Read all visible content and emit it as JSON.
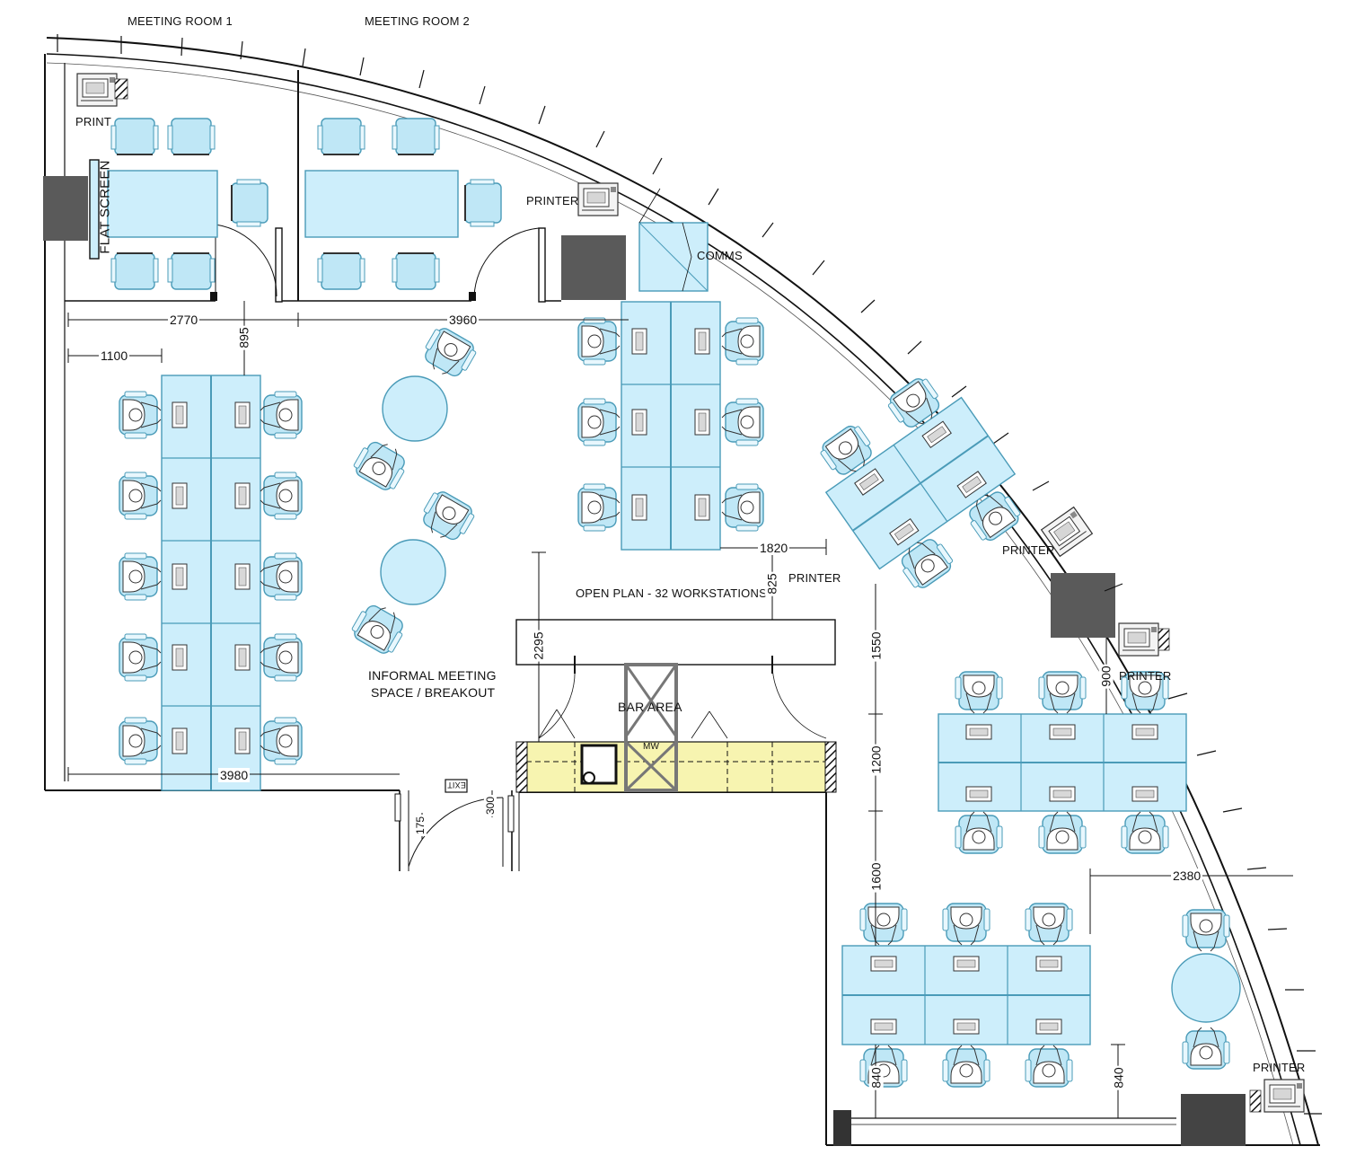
{
  "rooms": {
    "meeting_room_1": "MEETING ROOM 1",
    "meeting_room_2": "MEETING ROOM 2",
    "comms": "COMMS",
    "open_plan": "OPEN PLAN - 32 WORKSTATIONS",
    "informal_meeting_line1": "INFORMAL MEETING",
    "informal_meeting_line2": "SPACE / BREAKOUT",
    "bar_area": "BAR AREA",
    "flat_screen": "FLAT SCREEN",
    "mw": "MW",
    "exit": "EXIT"
  },
  "printer_labels": {
    "p1": "PRINT",
    "p2": "PRINTER",
    "p3": "PRINTER",
    "p4": "PRINTER",
    "p5": "PRINTER",
    "p6": "PRINTER"
  },
  "dimensions": {
    "d2770": "2770",
    "d3960": "3960",
    "d895": "895",
    "d1100": "1100",
    "d1820": "1820",
    "d825": "825",
    "d2295": "2295",
    "d3980": "3980",
    "d175": "175",
    "d300": "300",
    "d1550": "1550",
    "d900": "900",
    "d1200": "1200",
    "d1600": "1600",
    "d2380": "2380",
    "d840a": "840",
    "d840b": "840"
  },
  "colors": {
    "desk": "#cdeefb",
    "desk_stroke": "#4a9bb8",
    "chair": "#bfe7f6",
    "bar": "#f7f4b0",
    "column": "#6a6a6a",
    "wall": "#111111"
  }
}
